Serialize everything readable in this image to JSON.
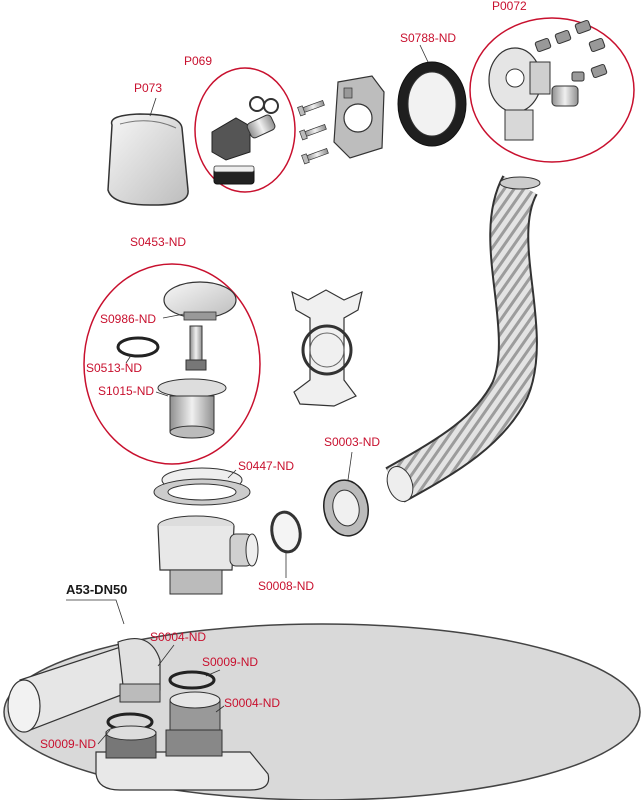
{
  "colors": {
    "callout": "#c8102e",
    "outline": "#333333",
    "part_fill": "#e9e9e9",
    "part_dark": "#9a9a9a",
    "group_bg": "#d9d9d9"
  },
  "labels": {
    "p073": "P073",
    "p069": "P069",
    "s0788": "S0788-ND",
    "p0072": "P0072",
    "s0453": "S0453-ND",
    "s0986": "S0986-ND",
    "s0513": "S0513-ND",
    "s1015": "S1015-ND",
    "s0003": "S0003-ND",
    "s0447": "S0447-ND",
    "s0008": "S0008-ND",
    "a53": "A53-DN50",
    "s0004_top": "S0004-ND",
    "s0009_right": "S0009-ND",
    "s0004_bottom": "S0004-ND",
    "s0009_left": "S0009-ND"
  }
}
